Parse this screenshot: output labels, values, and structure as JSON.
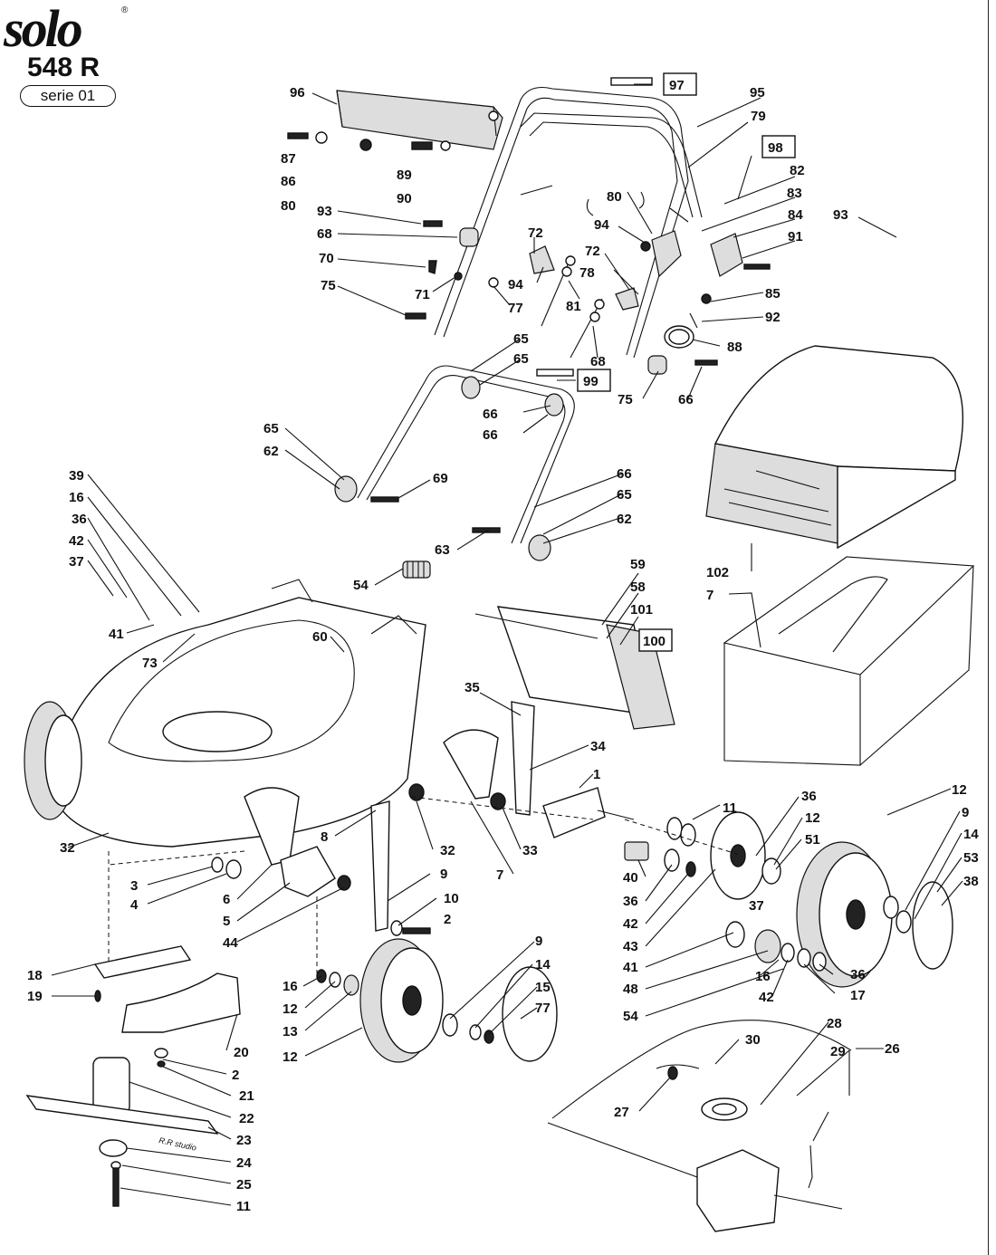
{
  "brand": "solo",
  "brand_mark": "®",
  "model": "548 R",
  "serie": "serie 01",
  "stamp": "R.R studio",
  "boxed_labels": [
    "97",
    "98",
    "99",
    "100"
  ],
  "part_labels": [
    "96",
    "95",
    "79",
    "87",
    "86",
    "89",
    "90",
    "80",
    "93",
    "68",
    "70",
    "71",
    "75",
    "72",
    "94",
    "77",
    "81",
    "80",
    "94",
    "72",
    "78",
    "82",
    "83",
    "84",
    "91",
    "93",
    "85",
    "92",
    "88",
    "68",
    "75",
    "66",
    "65",
    "65",
    "66",
    "66",
    "65",
    "62",
    "69",
    "66",
    "65",
    "62",
    "63",
    "54",
    "39",
    "16",
    "36",
    "42",
    "37",
    "41",
    "73",
    "60",
    "59",
    "58",
    "101",
    "102",
    "7",
    "35",
    "34",
    "1",
    "32",
    "32",
    "33",
    "7",
    "8",
    "9",
    "10",
    "2",
    "3",
    "4",
    "6",
    "5",
    "44",
    "11",
    "36",
    "12",
    "51",
    "12",
    "9",
    "14",
    "53",
    "38",
    "40",
    "36",
    "42",
    "43",
    "41",
    "48",
    "54",
    "37",
    "16",
    "42",
    "36",
    "17",
    "18",
    "19",
    "20",
    "2",
    "21",
    "22",
    "23",
    "24",
    "25",
    "11",
    "16",
    "12",
    "13",
    "12",
    "9",
    "14",
    "15",
    "77",
    "30",
    "28",
    "29",
    "26",
    "27"
  ]
}
